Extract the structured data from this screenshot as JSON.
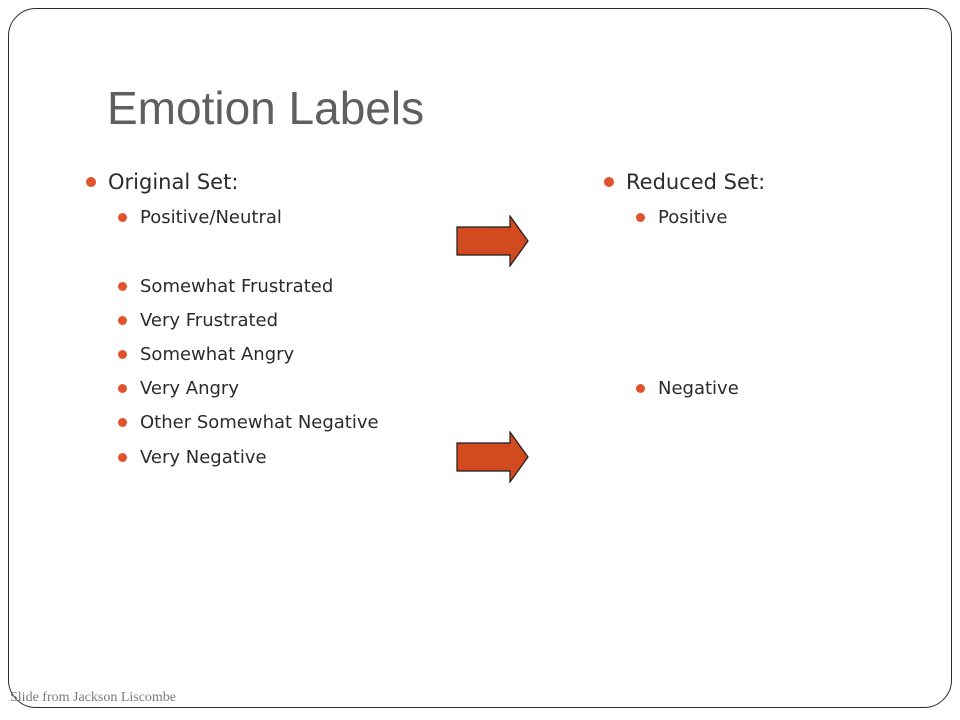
{
  "slide": {
    "title": "Emotion Labels",
    "footer": "Slide from Jackson Liscombe"
  },
  "original_set": {
    "heading": "Original Set:",
    "items": [
      "Positive/Neutral",
      "Somewhat Frustrated",
      "Very Frustrated",
      "Somewhat Angry",
      "Very Angry",
      "Other Somewhat Negative",
      "Very Negative"
    ]
  },
  "reduced_set": {
    "heading": "Reduced Set:",
    "items": [
      "Positive",
      "Negative"
    ]
  },
  "colors": {
    "bullet": "#e0532c",
    "arrow_fill": "#d24a1f",
    "arrow_stroke": "#1a1a1a",
    "title": "#5f5f5f",
    "text": "#2b2b2b"
  },
  "icons": {
    "arrow": "right-arrow-icon",
    "bullet": "bullet-dot-icon"
  }
}
